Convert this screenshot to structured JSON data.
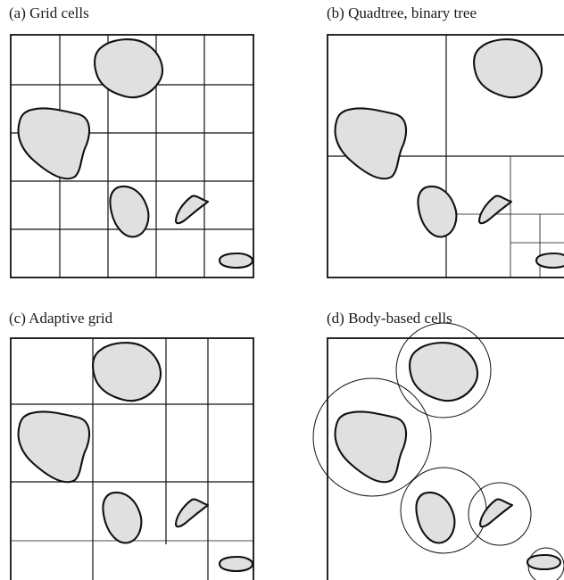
{
  "panels": {
    "a": {
      "label": "(a) Grid cells"
    },
    "b": {
      "label": "(b) Quadtree, binary tree"
    },
    "c": {
      "label": "(c) Adaptive grid"
    },
    "d": {
      "label": "(d) Body-based cells"
    }
  }
}
